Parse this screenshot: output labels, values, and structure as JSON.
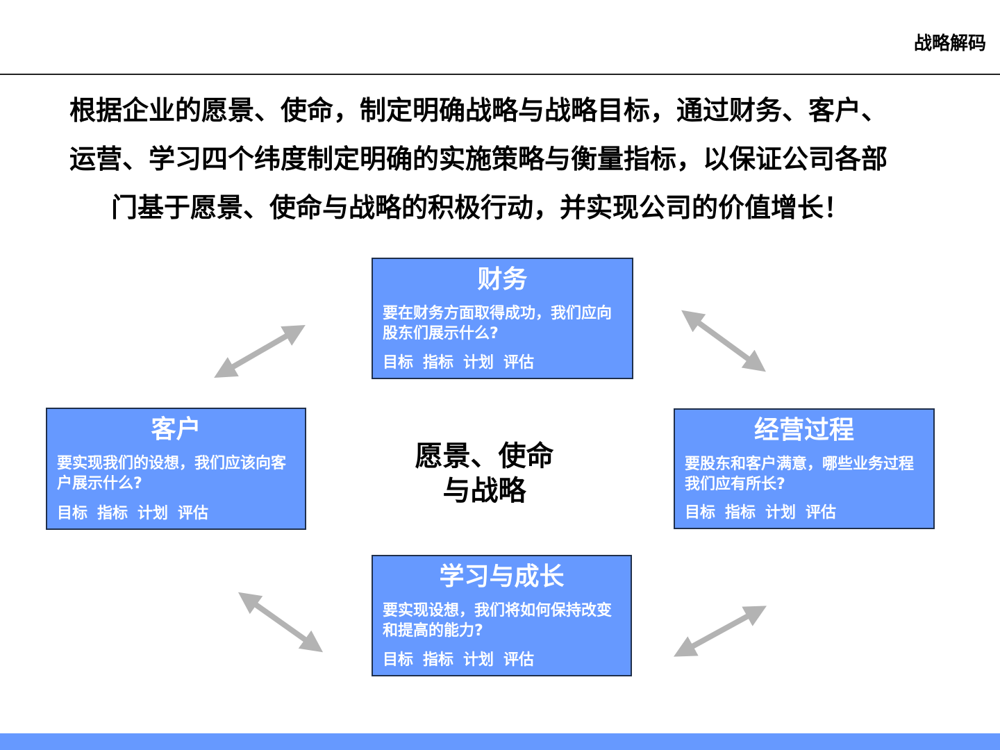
{
  "header": {
    "title": "战略解码"
  },
  "intro": {
    "line1": "根据企业的愿景、使命，制定明确战略与战略目标，通过财务、客户、",
    "line2": "运营、学习四个纬度制定明确的实施策略与衡量指标，以保证公司各部",
    "line3": "门基于愿景、使命与战略的积极行动，并实现公司的价值增长！"
  },
  "center": {
    "line1": "愿景、使命",
    "line2": "与战略"
  },
  "boxes": {
    "finance": {
      "title": "财务",
      "question": "要在财务方面取得成功，我们应向股东们展示什么?",
      "metrics": [
        "目标",
        "指标",
        "计划",
        "评估"
      ]
    },
    "customer": {
      "title": "客户",
      "question": "要实现我们的设想，我们应该向客户展示什么?",
      "metrics": [
        "目标",
        "指标",
        "计划",
        "评估"
      ]
    },
    "process": {
      "title": "经营过程",
      "question": "要股东和客户满意，哪些业务过程我们应有所长?",
      "metrics": [
        "目标",
        "指标",
        "计划",
        "评估"
      ]
    },
    "learning": {
      "title": "学习与成长",
      "question": "要实现设想，我们将如何保持改变和提高的能力?",
      "metrics": [
        "目标",
        "指标",
        "计划",
        "评估"
      ]
    }
  },
  "colors": {
    "box_fill": "#6699ff",
    "arrow": "#b3b3b3",
    "accent_bar": "#6699ff"
  }
}
